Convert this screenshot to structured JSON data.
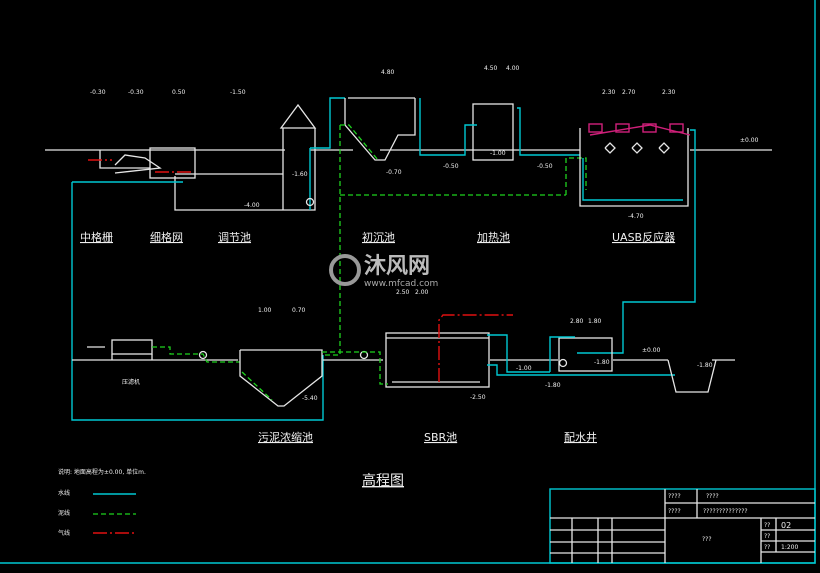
{
  "colors": {
    "background": "#000000",
    "structure": "#e6e6e6",
    "water_line": "#00c8d2",
    "sludge_line": "#1ed21e",
    "air_line": "#e01010",
    "three_phase_separator": "#d0207a",
    "frame": "#00c8d2"
  },
  "title": "高程图",
  "note": "说明: 地面高程为±0.00, 单位m.",
  "legend": [
    {
      "label": "水线",
      "style": "solid-cyan"
    },
    {
      "label": "泥线",
      "style": "dashed-green"
    },
    {
      "label": "气线",
      "style": "dash-dot-red"
    }
  ],
  "units": {
    "coarse_screen": "中格栅",
    "fine_screen": "细格网",
    "equalization_tank": "调节池",
    "primary_settling": "初沉池",
    "heating_tank": "加热池",
    "uasb": "UASB反应器",
    "sludge_thickener": "污泥浓缩池",
    "sbr": "SBR池",
    "distribution_well": "配水井",
    "filter_press": "压滤机"
  },
  "elevations": {
    "e1": "-0.30",
    "e2": "-0.30",
    "e3": "0.50",
    "e4": "-1.50",
    "e5": "-1.60",
    "e6": "-4.00",
    "e7": "4.80",
    "e8": "-0.70",
    "e9": "4.50",
    "e10": "4.00",
    "e11": "-0.50",
    "e12": "-1.00",
    "e13": "-0.50",
    "e14": "2.30",
    "e15": "2.70",
    "e16": "2.30",
    "e17": "±0.00",
    "e18": "-4.70",
    "e19": "1.00",
    "e20": "0.70",
    "e21": "-5.40",
    "e22": "2.50",
    "e23": "2.00",
    "e24": "2.80",
    "e25": "1.80",
    "e26": "±0.00",
    "e27": "-1.00",
    "e28": "-1.80",
    "e29": "-1.80",
    "e30": "-2.50",
    "e31": "-1.80"
  },
  "watermark": {
    "brand": "沐风网",
    "url": "www.mfcad.com"
  },
  "title_block": {
    "r1a": "????",
    "r1b": "????",
    "r2a": "????",
    "r2b": "??????????????",
    "sheet_label": "??",
    "sheet_value": "02",
    "r4_label": "??",
    "scale_label": "??",
    "scale_value": "1:200",
    "center": "???"
  }
}
